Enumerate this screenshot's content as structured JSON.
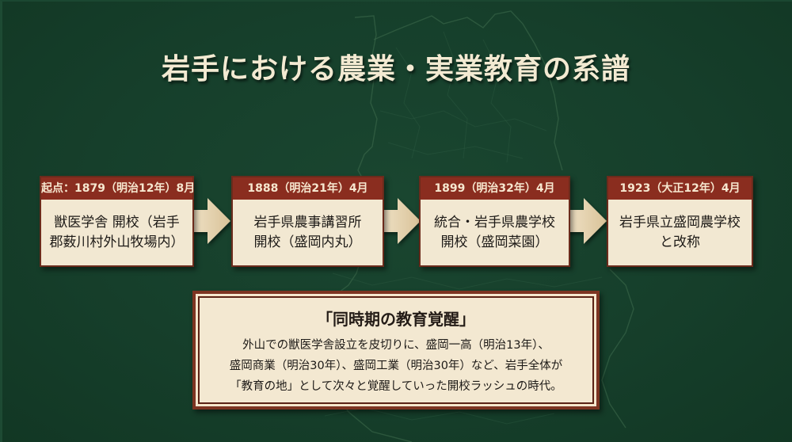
{
  "slide": {
    "title": "岩手における農業・実業教育の系譜",
    "colors": {
      "background": "#153f2a",
      "title_text": "#f3ead2",
      "card_header": "#8a2d1f",
      "card_body": "#f2e8d2",
      "card_border": "#6b2b1c",
      "arrow": "#e3cfa6",
      "callout_border": "#7d3421"
    },
    "background_image": "faint-map-outline-of-iwate"
  },
  "timeline": {
    "steps": [
      {
        "date": "起点：1879（明治12年）8月",
        "lines": [
          "獣医学舎 開校（岩手",
          "郡薮川村外山牧場内）"
        ]
      },
      {
        "date": "1888（明治21年）4月",
        "lines": [
          "岩手県農事講習所",
          "開校（盛岡内丸）"
        ]
      },
      {
        "date": "1899（明治32年）4月",
        "lines": [
          "統合・岩手県農学校",
          "開校（盛岡菜園）"
        ]
      },
      {
        "date": "1923（大正12年）4月",
        "lines": [
          "岩手県立盛岡農学校",
          "と改称"
        ]
      }
    ],
    "arrow_icon": "right-arrow-icon"
  },
  "callout": {
    "title": "「同時期の教育覚醒」",
    "lines": [
      "外山での獣医学舎設立を皮切りに、盛岡一高（明治13年）、",
      "盛岡商業（明治30年）、盛岡工業（明治30年）など、岩手全体が",
      "「教育の地」として次々と覚醒していった開校ラッシュの時代。"
    ]
  }
}
